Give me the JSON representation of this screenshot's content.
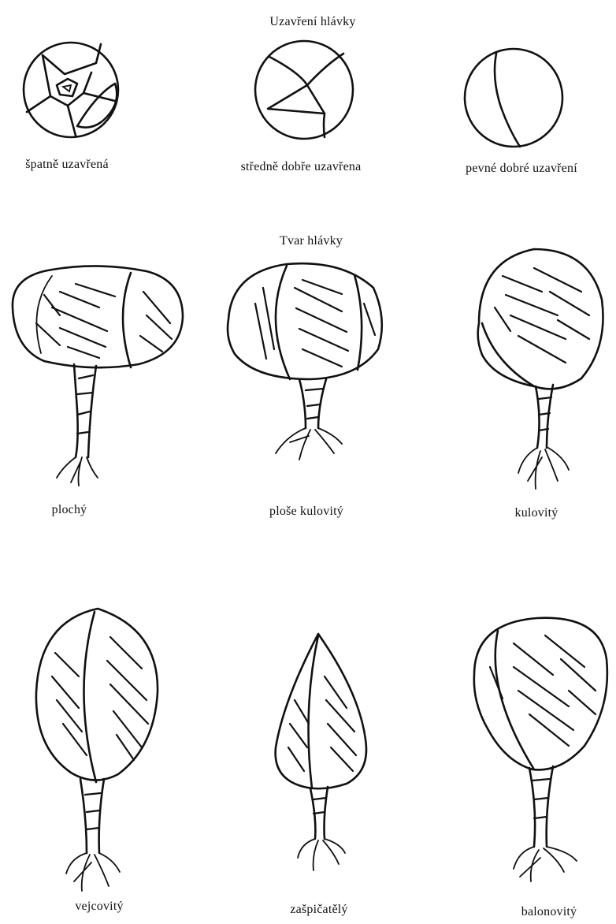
{
  "closure": {
    "title": "Uzavření hlávky",
    "items": [
      {
        "label": "špatně uzavřená"
      },
      {
        "label": "středně dobře uzavřena"
      },
      {
        "label": "pevné dobré uzavření"
      }
    ]
  },
  "shape": {
    "title": "Tvar hlávky",
    "items": [
      {
        "label": "plochý"
      },
      {
        "label": "ploše kulovitý"
      },
      {
        "label": "kulovitý"
      },
      {
        "label": "vejcovitý"
      },
      {
        "label": "zašpičatělý"
      },
      {
        "label": "balonovitý"
      }
    ]
  }
}
